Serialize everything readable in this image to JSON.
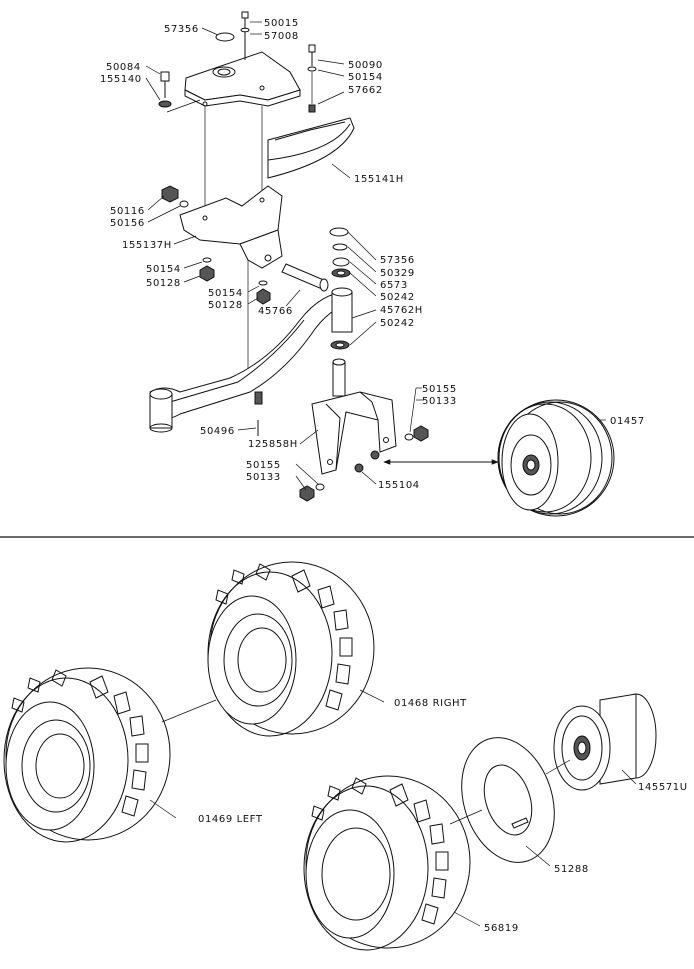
{
  "section_top": {
    "labels": [
      "57356",
      "50015",
      "57008",
      "50090",
      "50154",
      "57662",
      "50084",
      "155140",
      "155141H",
      "50116",
      "50156",
      "155137H",
      "50154",
      "50128",
      "57356",
      "50329",
      "6573",
      "50242",
      "50154",
      "50128",
      "45766",
      "45762H",
      "50242",
      "50155",
      "50133",
      "01457",
      "50496",
      "125858H",
      "50155",
      "50133",
      "155104"
    ]
  },
  "section_bottom": {
    "labels": [
      "01468  RIGHT",
      "01469  LEFT",
      "145571U",
      "51288",
      "56819"
    ]
  }
}
